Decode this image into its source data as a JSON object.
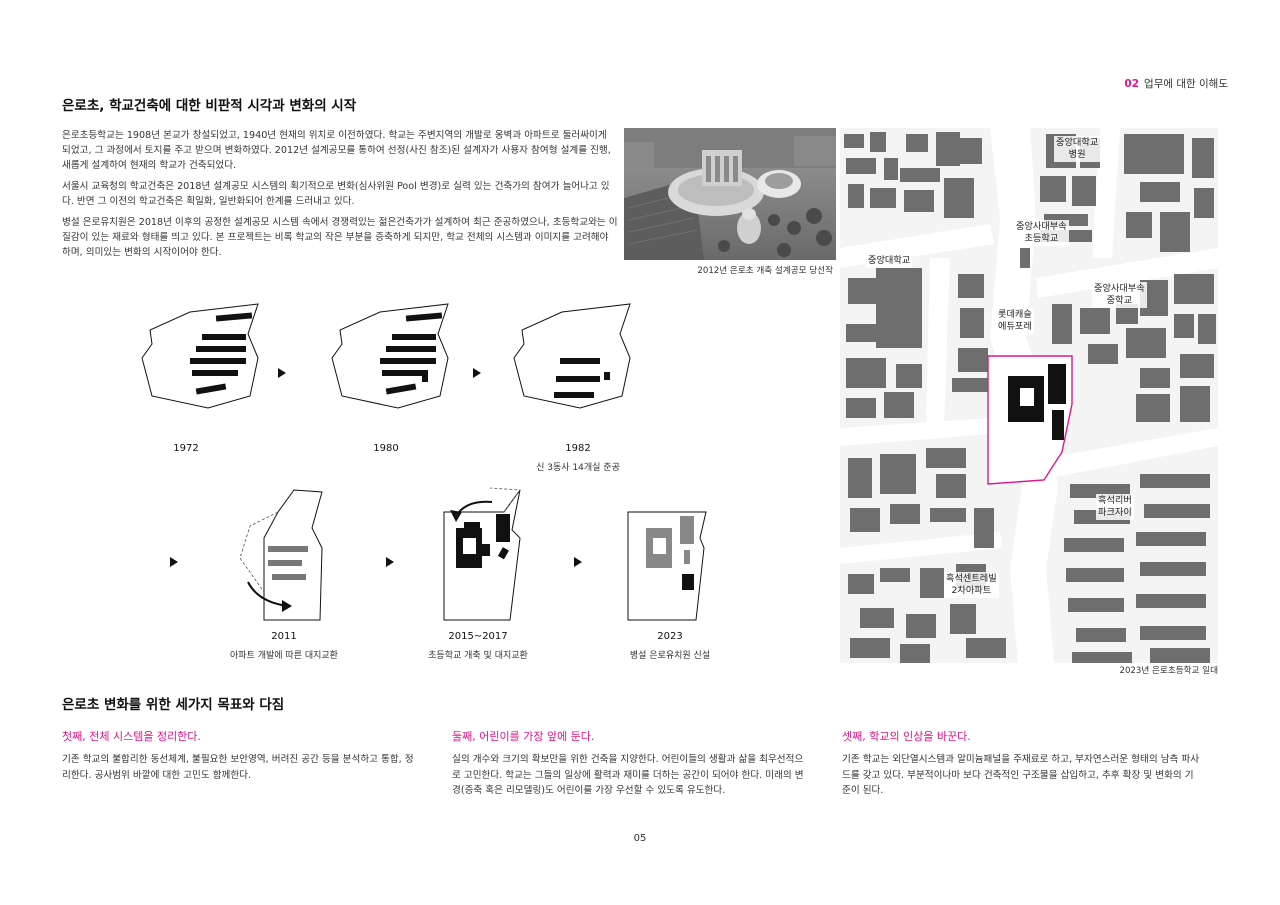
{
  "header": {
    "number": "02",
    "title": "업무에 대한 이해도"
  },
  "section1": {
    "title": "은로초, 학교건축에 대한 비판적 시각과 변화의 시작",
    "paragraphs": [
      "은로초등학교는 1908년 본교가 창설되었고, 1940년 현재의 위치로 이전하였다. 학교는 주변지역의 개발로 옹벽과 아파트로 둘러싸이게 되었고, 그 과정에서 토지를 주고 받으며 변화하였다. 2012년 설계공모를 통하여 선정(사진 참조)된 설계자가 사용자 참여형 설계를 진행, 새롭게 설계하여 현재의 학교가 건축되었다.",
      "서울시 교육청의 학교건축은 2018년 설계공모 시스템의 획기적으로 변화(심사위원 Pool 변경)로 실력 있는 건축가의 참여가 늘어나고 있다. 반면 그 이전의 학교건축은 획일화, 일반화되어 한계를 드러내고 있다.",
      "병설 은로유치원은 2018년 이후의 공정한 설계공모 시스템 속에서 경쟁력있는 젊은건축가가 설계하여 최근 준공하였으나, 초등학교와는 이질감이 있는 재료와 형태를 띄고 있다. 본 프로젝트는 비록 학교의 작은 부분을 증축하게 되지만, 학교 전체의 시스템과 이미지를 고려해야 하며, 의미있는 변화의 시작이어야 한다."
    ],
    "photo_caption": "2012년 은로초 개축 설계공모 당선작"
  },
  "diagrams": [
    {
      "year": "1972",
      "subtitle": ""
    },
    {
      "year": "1980",
      "subtitle": ""
    },
    {
      "year": "1982",
      "subtitle": "신 3동사 14개실 준공"
    },
    {
      "year": "2011",
      "subtitle": "아파트 개발에 따른 대지교환"
    },
    {
      "year": "2015~2017",
      "subtitle": "초등학교 개축 및 대지교환"
    },
    {
      "year": "2023",
      "subtitle": "병설 은로유치원 신설"
    }
  ],
  "map": {
    "caption": "2023년 은로초등학교 일대",
    "labels": [
      "중앙대학교\n병원",
      "중앙사대부속\n초등학교",
      "중앙대학교",
      "중앙사대부속\n중학교",
      "롯데캐슬\n에듀포레",
      "흑석리버\n파크자이",
      "흑석센트레빌\n2차아파트"
    ]
  },
  "section2": {
    "title": "은로초 변화를 위한 세가지 목표와 다짐",
    "goals": [
      {
        "title": "첫째, 전체 시스템을 정리한다.",
        "body": "기존 학교의 불합리한 동선체계, 불필요한 보안영역, 버려진 공간 등을 분석하고 통합, 정리한다. 공사범위 바깥에 대한 고민도 함께한다."
      },
      {
        "title": "둘째, 어린이를 가장 앞에 둔다.",
        "body": "실의 개수와 크기의 확보만을 위한 건축을 지양한다. 어린이들의 생활과 삶을 최우선적으로 고민한다. 학교는 그들의 일상에 활력과 재미를 더하는 공간이 되어야 한다. 미래의 변경(증축 혹은 리모델링)도 어린이를 가장 우선할 수 있도록 유도한다."
      },
      {
        "title": "셋째, 학교의 인상을 바꾼다.",
        "body": "기존 학교는 외단열시스템과 알미늄패널을 주재료로 하고, 부자연스러운 형태의 남측 파사드를 갖고 있다. 부분적이나마 보다 건축적인 구조물을 삽입하고, 추후 확장 및 변화의 기준이 된다."
      }
    ]
  },
  "footer": {
    "page_number": "05"
  },
  "colors": {
    "accent": "#e0148c",
    "building": "#6e6e6e",
    "site": "#111111"
  }
}
